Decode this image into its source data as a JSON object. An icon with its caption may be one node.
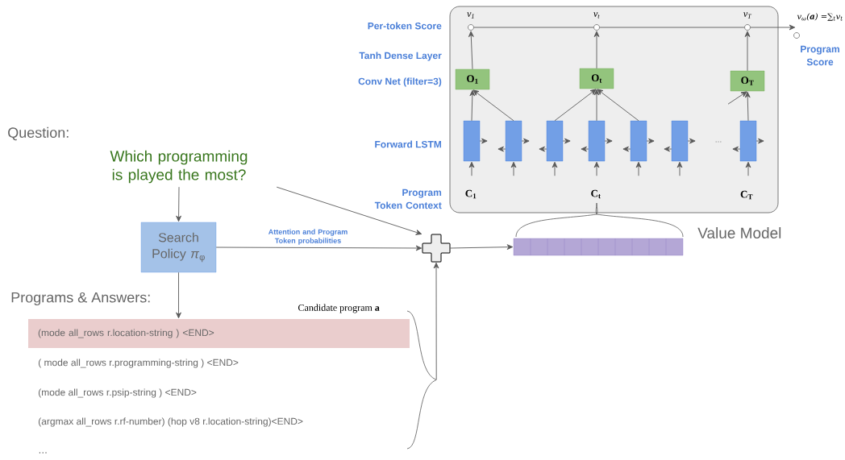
{
  "diagram": {
    "nodes": [
      {
        "text": [],
        "shape": "box"
      },
      {
        "text": [],
        "shape": "circle",
        "beside": [
          "v$_{1}$"
        ],
        "in": 0
      },
      {
        "text": [],
        "shape": "circle",
        "beside": [
          "v$_{t}$"
        ],
        "in": 0
      },
      {
        "text": [],
        "shape": "circle",
        "beside": [
          "v$_{T}$"
        ],
        "in": 0
      },
      {
        "text": [
          "O$_{1}$"
        ],
        "in": 0
      },
      {
        "text": [
          "O$_{t}$"
        ],
        "in": 0
      },
      {
        "text": [
          "O$_{T}$"
        ],
        "in": 0
      },
      {
        "text": [],
        "shape": "box",
        "in": 0
      },
      {
        "text": [],
        "shape": "box",
        "in": 0
      },
      {
        "text": [],
        "shape": "box",
        "in": 0
      },
      {
        "text": [],
        "shape": "box",
        "in": 0
      },
      {
        "text": [],
        "shape": "box",
        "in": 0
      },
      {
        "text": [],
        "shape": "box",
        "in": 0
      },
      {
        "text": [],
        "shape": "box",
        "in": 0
      },
      {
        "text": [
          "v$_{ω}$(**a**) =∑$_{t}$v$_{t}$"
        ],
        "beside": [
          "Program Score"
        ]
      },
      {
        "text": [
          "Which programming is played the most?"
        ]
      },
      {
        "text": [
          "Search Policy *π*$_{φ}$"
        ]
      },
      {
        "text": [],
        "shape": "plus"
      },
      {
        "text": [],
        "shape": "bar",
        "beside": [
          "Value Model"
        ]
      },
      {
        "text": [
          "(mode all_rows r.location-string )  <END>"
        ]
      },
      {
        "text": [],
        "shape": "brace"
      }
    ],
    "edges": [
      {
        "from": 15,
        "to": 16,
        "arrow": "to"
      },
      {
        "from": 15,
        "to": 17,
        "arrow": "to"
      },
      {
        "from": 16,
        "to": 17,
        "arrow": "to",
        "label": "Attention and Program Token probabilities"
      },
      {
        "from": 17,
        "to": 18,
        "arrow": "to"
      },
      {
        "from": 16,
        "to": 19,
        "arrow": "to"
      },
      {
        "from": 20,
        "to": 17,
        "arrow": "to"
      },
      {
        "from": 7,
        "to": 4,
        "arrow": "to"
      },
      {
        "from": 8,
        "to": 4,
        "arrow": "to"
      },
      {
        "from": 9,
        "to": 5,
        "arrow": "to"
      },
      {
        "from": 10,
        "to": 5,
        "arrow": "to"
      },
      {
        "from": 11,
        "to": 5,
        "arrow": "to"
      },
      {
        "from": 13,
        "to": 6,
        "arrow": "to"
      },
      {
        "from": null,
        "to": 6,
        "arrow": "to"
      },
      {
        "from": 4,
        "to": 1,
        "arrow": "to"
      },
      {
        "from": 5,
        "to": 2,
        "arrow": "to"
      },
      {
        "from": 6,
        "to": 3,
        "arrow": "to"
      },
      {
        "from": 1,
        "to": 2,
        "arrow": "none"
      },
      {
        "from": 2,
        "to": 3,
        "arrow": "none"
      },
      {
        "from": 3,
        "to": 14,
        "arrow": "to"
      },
      {
        "from": 7,
        "to": null,
        "arrow": "to"
      },
      {
        "from": 8,
        "to": null,
        "arrow": "to"
      },
      {
        "from": 9,
        "to": null,
        "arrow": "to"
      },
      {
        "from": 10,
        "to": null,
        "arrow": "to"
      },
      {
        "from": 11,
        "to": null,
        "arrow": "to"
      },
      {
        "from": 12,
        "to": null,
        "arrow": "to"
      },
      {
        "from": 13,
        "to": null,
        "arrow": "to"
      },
      {
        "from": 8,
        "to": null,
        "arrow": "to"
      },
      {
        "from": 9,
        "to": null,
        "arrow": "to"
      },
      {
        "from": 10,
        "to": null,
        "arrow": "to"
      },
      {
        "from": 11,
        "to": null,
        "arrow": "to"
      },
      {
        "from": 12,
        "to": null,
        "arrow": "to"
      },
      {
        "from": 13,
        "to": null,
        "arrow": "to"
      },
      {
        "from": null,
        "to": 7,
        "arrow": "to"
      },
      {
        "from": null,
        "to": 8,
        "arrow": "to"
      },
      {
        "from": null,
        "to": 9,
        "arrow": "to"
      },
      {
        "from": null,
        "to": 10,
        "arrow": "to"
      },
      {
        "from": null,
        "to": 11,
        "arrow": "to"
      },
      {
        "from": null,
        "to": 12,
        "arrow": "to"
      },
      {
        "from": null,
        "to": 13,
        "arrow": "to"
      }
    ],
    "labels": [
      "Per-token Score",
      "Tanh Dense Layer",
      "Conv Net (filter=3)",
      "Forward LSTM",
      "…",
      "Program Token Context",
      "C$_{1}$",
      "C$_{t}$",
      "C$_{T}$",
      "Question:",
      "Programs & Answers:",
      "Candidate program **a**",
      "( mode all_rows r.programming-string ) <END>",
      "(mode all_rows r.psip-string ) <END>",
      "(argmax all_rows r.rf-number) (hop v8 r.location-string)<END>",
      "…"
    ]
  }
}
